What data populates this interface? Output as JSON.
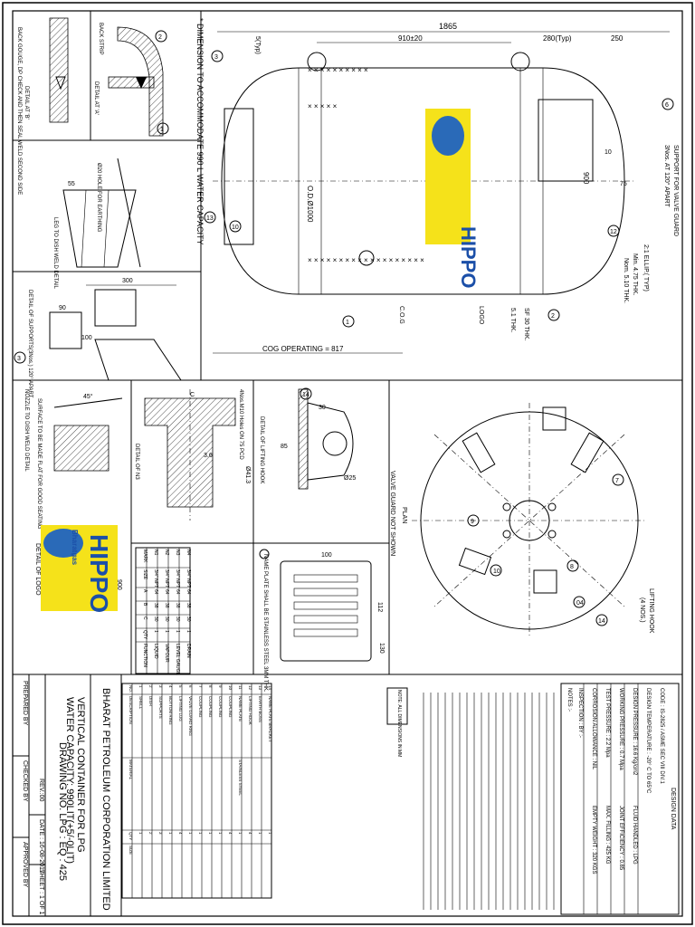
{
  "sheet": {
    "company": "BHARAT PETROLEUM CORPORATION LIMITED",
    "title_line1": "VERTICAL CONTAINER FOR LPG",
    "title_line2": "WATER CAPACITY: 990LIT(+5/-0LIT)",
    "drawing_no": "DRAWING NO. LPG : EQ : 425",
    "prepared_by": "PREPARED BY",
    "checked_by": "CHECKED BY",
    "approved_by": "APPROVED BY",
    "rev": "REV.:00",
    "date": "DATE : 16-08-2017",
    "sheet_no": "SHEET : 1 OF 1",
    "description_label": "DESCRIPTION"
  },
  "design_data": {
    "heading": "DESIGN DATA",
    "code": "CODE : IS-2825 / ASME SEC VIII DIV.1",
    "design_pressure": "DESIGN PRESSURE : 16.6 Kg/cm2",
    "design_temperature": "DESIGN TEMPERATURE : -20° C TO 65°C",
    "working_pressure": "WORKING PRESSURE : 0.7 Mpa",
    "fluid_handled": "FLUID HANDLED : LPG",
    "test_pressure": "TEST PRESSURE : 2.2 Mpa",
    "max_filling": "MAX. FILLING : 425 KG",
    "joint_efficiency": "JOINT EFFICIENCY : 0.85",
    "corrosion_allowance": "CORROSION ALLOWANCE : NIL",
    "empty_weight": "EMPTY WEIGHT : 320 KGS",
    "inspection": "INSPECTION : BY :-",
    "notes_heading": "NOTES :-"
  },
  "dimensions": {
    "overall": "1865",
    "left_span": "910±20",
    "typ_280": "280(Typ)",
    "right_250": "250",
    "od": "O.D.Ø1000",
    "height_900": "900",
    "cog": "COG OPERATING = 817",
    "cog_label": "C.O.G",
    "ellip": "2:1 ELLIP.( TYP)",
    "min_thk": "Min. 4.75 THK.",
    "nom_thk": "Nom. 5.10 THK.",
    "shell_thk": "5.1 THK.",
    "sf_thk": "SF 30 THK.",
    "weld_5": "5(Typ)",
    "dim_10": "10",
    "dim_75": "75",
    "dim_300": "300",
    "dim_90": "90",
    "dim_100": "100",
    "dim_55": "55",
    "dim_30": "30",
    "dim_45": "45°",
    "dim_25": "Ø25",
    "dim_85": "85",
    "dim_112": "112",
    "dim_130": "130",
    "dim_900_logo": "900",
    "dim_413": "Ø41.3",
    "dim_36": "3.6"
  },
  "labels": {
    "dimension_note": "* DIMENSION TO ACCOMMODATE 990 L WATER CAPACITY",
    "support_note": "SUPPORT FOR VALVE GUARD",
    "support_note2": "3Nos. AT 120° APART",
    "logo": "LOGO",
    "backstrip": "BACK STRIP",
    "detail_at_b": "DETAIL AT 'B'",
    "detail_at_a": "DETAIL AT 'A'",
    "back_gouge": "BACK GOUGE, DP CHECK AND THEN SEAL WELD SECOND SIDE",
    "hole_earthing": "Ø20 HOLE FOR EARTHING",
    "leg_to_dish": "LEG TO DISH WELD DETAIL",
    "detail_support": "DETAIL OF SUPPORTS(3Nos.) 120° APART",
    "nozzle_to_dish": "NOZZLE TO DISH WELD DETAIL",
    "surface_finish": "SURFACE TO BE MADE FLAT FOR GOOD SEATING",
    "detail_logo": "DETAIL OF LOGO",
    "detail_n3": "DETAIL OF N3",
    "detail_lifting": "DETAIL OF LIFTING HOOK",
    "plan": "PLAN",
    "valve_guard_not_shown": "VALVE GUARD NOT SHOWN",
    "lifting_hook": "LIFTING HOOK",
    "lifting_hook_n": "(4 NOS.)",
    "name_plate": "NAME PLATE SHALL BE STAINLESS STEEL 3MM THK.",
    "nozzle_holes": "4Nos.M10 Holes ON 75 PCD",
    "note_box": "NOTE: ALL DIMENSIONS IN MM"
  },
  "nozzle_table": {
    "headers": [
      "MARK",
      "SIZE",
      "A",
      "B",
      "C",
      "QTY",
      "FUNCTION"
    ],
    "rows": [
      [
        "N1",
        "3/4\" NPT",
        "64",
        "38",
        "30",
        "1",
        "LIQUID"
      ],
      [
        "N2",
        "3/4\" NPT",
        "64",
        "38",
        "30",
        "1",
        "VAPOUR"
      ],
      [
        "N3",
        "3/4\" NPT",
        "64",
        "38",
        "30",
        "1",
        "LEVEL GAUGE"
      ],
      [
        "N4",
        "3/4\" NPT",
        "64",
        "38",
        "30",
        "1",
        "DRAIN"
      ]
    ]
  },
  "bom": {
    "headers": [
      "NO.",
      "DESCRIPTION",
      "MATERIAL",
      "QTY",
      "SIZE"
    ],
    "rows": [
      [
        "14",
        "NAME PLATE BRACKET",
        "",
        "1",
        ""
      ],
      [
        "13",
        "EARTH BOSS",
        "",
        "1",
        ""
      ],
      [
        "12",
        "LIFTING HOOK",
        "",
        "4",
        ""
      ],
      [
        "11",
        "NAME PLATE",
        "STAINLESS STEEL",
        "1",
        ""
      ],
      [
        "10",
        "COUPLING",
        "",
        "4",
        ""
      ],
      [
        "9",
        "COUPLING",
        "",
        "1",
        ""
      ],
      [
        "8",
        "COUPLING",
        "",
        "1",
        ""
      ],
      [
        "7",
        "COUPLING",
        "",
        "1",
        ""
      ],
      [
        "6",
        "VALVE GUARD RING",
        "",
        "1",
        ""
      ],
      [
        "5",
        "LIFTING LUG",
        "",
        "4",
        ""
      ],
      [
        "4",
        "BOTTOM RING",
        "",
        "1",
        ""
      ],
      [
        "3",
        "SUPPORTS",
        "",
        "3",
        ""
      ],
      [
        "2",
        "DISH",
        "",
        "2",
        ""
      ],
      [
        "1",
        "SHELL",
        "",
        "1",
        ""
      ]
    ]
  },
  "logo": {
    "brand_small": "Bharatgas",
    "brand_big": "HIPPO"
  }
}
